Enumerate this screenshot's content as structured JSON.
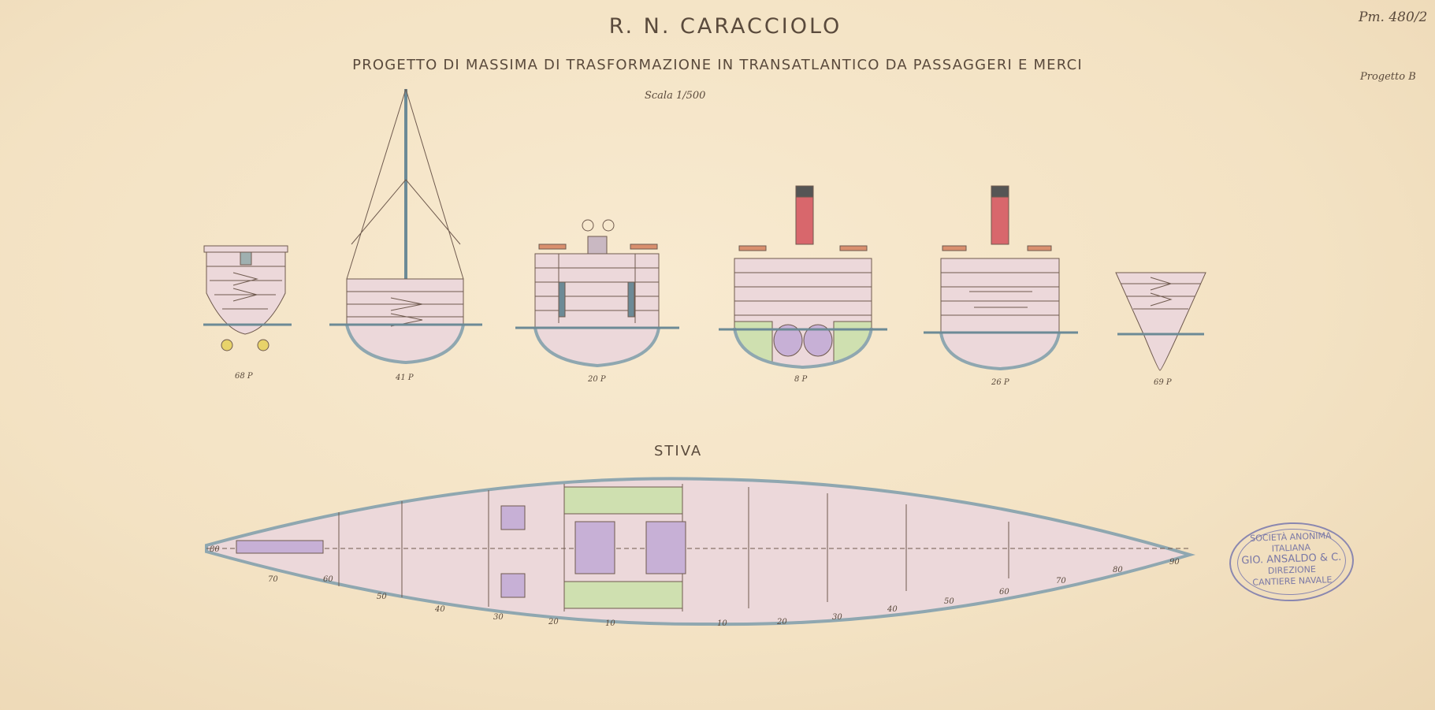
{
  "title": "R. N. CARACCIOLO",
  "subtitle": "PROGETTO DI MASSIMA DI TRASFORMAZIONE IN TRANSATLANTICO DA PASSAGGERI E MERCI",
  "scale": "Scala 1/500",
  "sheet_number": "Pm. 480/2",
  "project_label": "Progetto B",
  "hold_label": "STIVA",
  "section_labels": [
    "68 P",
    "41 P",
    "20 P",
    "8 P",
    "26 P",
    "69 P"
  ],
  "frame_numbers": [
    "80",
    "70",
    "60",
    "50",
    "40",
    "30",
    "20",
    "10",
    "10",
    "20",
    "30",
    "40",
    "50",
    "60",
    "70",
    "80",
    "90"
  ],
  "stamp": {
    "line1": "SOCIETÀ ANONIMA",
    "line2": "ITALIANA",
    "line3": "GIO. ANSALDO & C.",
    "line4": "DIREZIONE",
    "line5": "CANTIERE NAVALE"
  },
  "colors": {
    "paper": "#f5e5c8",
    "hull_fill": "#ecd8da",
    "hull_outline": "#8fa7b0",
    "funnel": "#d8676c",
    "boiler": "#c7b0d6",
    "coal_bunker": "#cfe0b0",
    "ink": "#5a4a3c",
    "stamp_ink": "#7a78a6"
  }
}
